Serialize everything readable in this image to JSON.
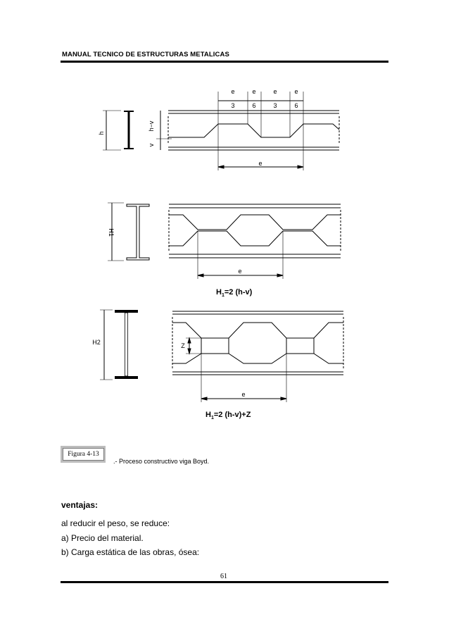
{
  "header": {
    "title": "MANUAL TECNICO DE ESTRUCTURAS METALICAS"
  },
  "figure": {
    "diagram1": {
      "h": "h",
      "h_minus_v": "h−v",
      "v": "v",
      "e_label": "e",
      "fractions": [
        {
          "num": "e",
          "den": "3"
        },
        {
          "num": "e",
          "den": "6"
        },
        {
          "num": "e",
          "den": "3"
        },
        {
          "num": "e",
          "den": "6"
        }
      ]
    },
    "diagram2": {
      "height_label": "H1",
      "e_label": "e",
      "formula_main": "H",
      "formula_sub": "1",
      "formula_rest": "=2 (h-v)"
    },
    "diagram3": {
      "height_label": "H2",
      "z_label": "Z",
      "e_label": "e",
      "formula_main": "H",
      "formula_sub": "1",
      "formula_rest": "=2 (h-v)+Z"
    },
    "label": "Figura 4-13",
    "caption": ".- Proceso constructivo viga Boyd."
  },
  "body": {
    "heading": "ventajas:",
    "lines": [
      "al reducir el peso, se reduce:",
      "a)  Precio del material.",
      "b)  Carga estática de las obras, ósea:"
    ]
  },
  "footer": {
    "page_number": "61"
  }
}
